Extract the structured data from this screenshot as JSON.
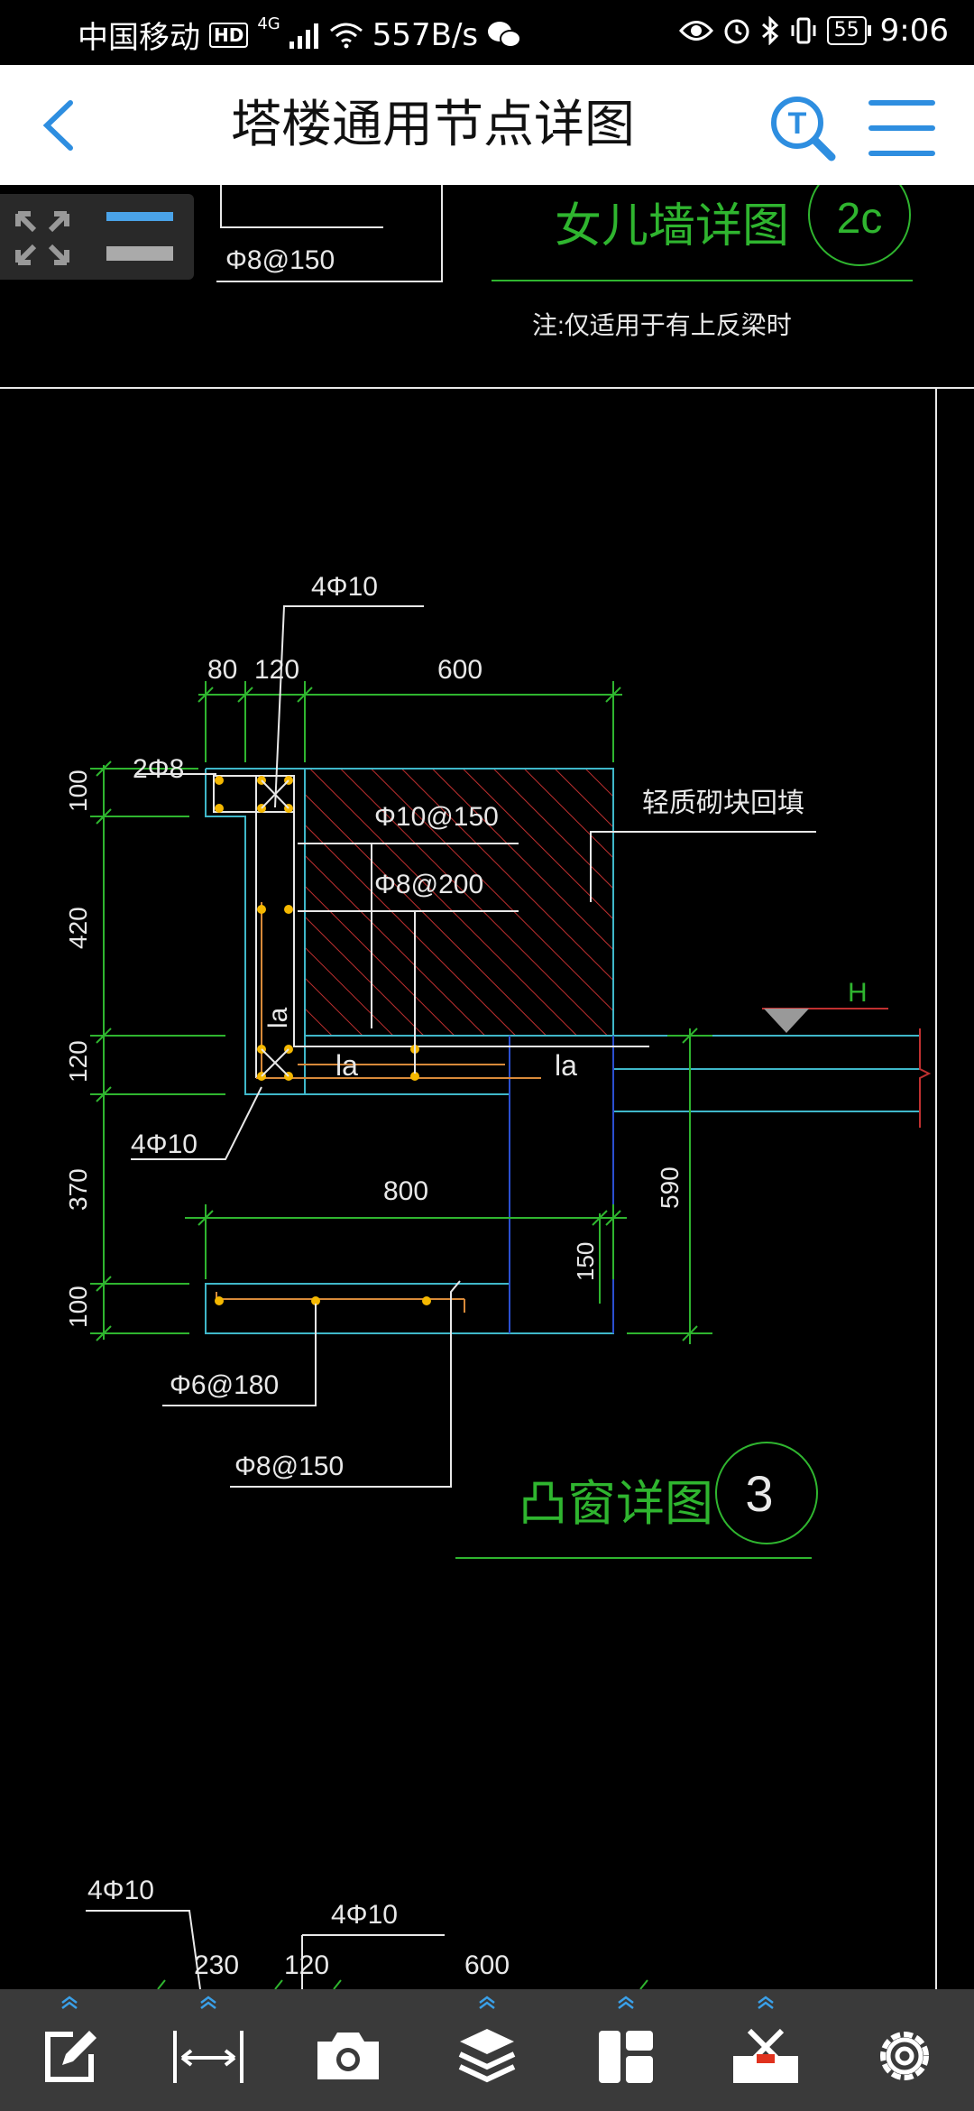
{
  "status_bar": {
    "carrier": "中国移动",
    "hd": "HD",
    "network": "4G",
    "speed": "557B/s",
    "battery": "55",
    "time": "9:06"
  },
  "title_bar": {
    "title": "塔楼通用节点详图",
    "search_icon_letter": "T"
  },
  "drawing": {
    "top_rebar_label": "Φ8@150",
    "parapet_title": "女儿墙详图",
    "parapet_index": "2c",
    "parapet_note": "注:仅适用于有上反梁时",
    "rebar_4phi10_top": "4Φ10",
    "dims_top": [
      "80",
      "120",
      "600"
    ],
    "rebar_2phi8": "2Φ8",
    "light_block": "轻质砌块回填",
    "rebar_phi10_150": "Φ10@150",
    "rebar_phi8_200": "Φ8@200",
    "level_mark": "H",
    "la": "la",
    "dims_left": [
      "100",
      "420",
      "120",
      "370",
      "100"
    ],
    "rebar_4phi10_bottom": "4Φ10",
    "dim_800": "800",
    "dim_590": "590",
    "dim_150": "150",
    "rebar_phi6_180": "Φ6@180",
    "rebar_phi8_150": "Φ8@150",
    "bay_title": "凸窗详图",
    "bay_index": "3",
    "bottom_rebar_a": "4Φ10",
    "bottom_rebar_b": "4Φ10",
    "bottom_dims": [
      "230",
      "120",
      "600"
    ]
  },
  "toolbar": {
    "items": [
      "edit-tool",
      "measure-tool",
      "camera-tool",
      "layers-tool",
      "layout-tool",
      "toolbox-tool",
      "settings-tool"
    ]
  },
  "colors": {
    "cad_green": "#2fb52f",
    "cad_cyan": "#3fb7c9",
    "cad_white": "#e8e8e8",
    "cad_red_hatch": "#c03030",
    "cad_yellow_rebar": "#f5b800",
    "accent_blue": "#2e8ee0"
  }
}
